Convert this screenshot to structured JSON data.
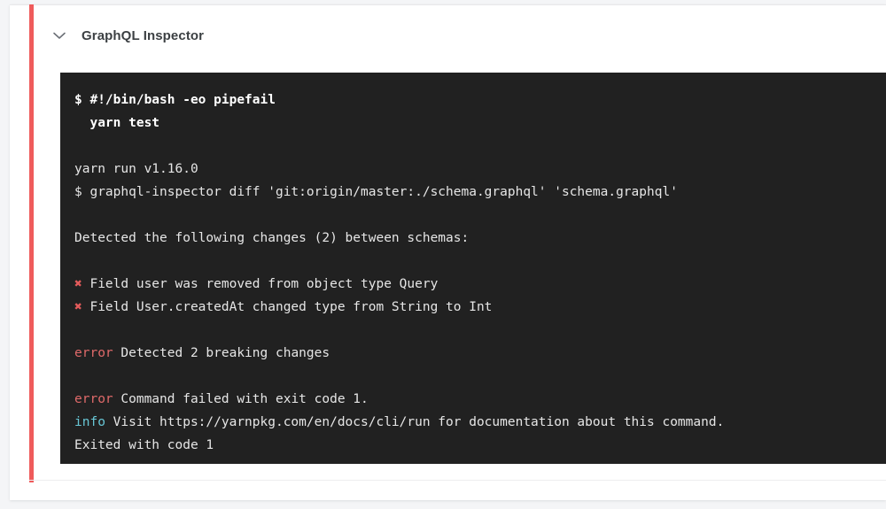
{
  "card": {
    "accent_color": "#ef5b5b",
    "background": "#ffffff"
  },
  "header": {
    "collapse_icon": "chevron-down-icon",
    "title": "GraphQL Inspector"
  },
  "console": {
    "background": "#212121",
    "text_color": "#e6e6e6",
    "error_color": "#e06a6a",
    "info_color": "#68c7d6",
    "cross_color": "#e35b5b",
    "lines": [
      {
        "id": "line-1",
        "type": "command",
        "text": "$ #!/bin/bash -eo pipefail"
      },
      {
        "id": "line-2",
        "type": "command",
        "text": "  yarn test"
      },
      {
        "id": "line-3",
        "type": "blank",
        "text": ""
      },
      {
        "id": "line-4",
        "type": "output",
        "text": "yarn run v1.16.0"
      },
      {
        "id": "line-5",
        "type": "output",
        "text": "$ graphql-inspector diff 'git:origin/master:./schema.graphql' 'schema.graphql'"
      },
      {
        "id": "line-6",
        "type": "blank",
        "text": ""
      },
      {
        "id": "line-7",
        "type": "output",
        "text": "Detected the following changes (2) between schemas:"
      },
      {
        "id": "line-8",
        "type": "blank",
        "text": ""
      },
      {
        "id": "line-9",
        "type": "change",
        "marker": "✖",
        "text": " Field user was removed from object type Query"
      },
      {
        "id": "line-10",
        "type": "change",
        "marker": "✖",
        "text": " Field User.createdAt changed type from String to Int"
      },
      {
        "id": "line-11",
        "type": "blank",
        "text": ""
      },
      {
        "id": "line-12",
        "type": "labeled",
        "label": "error",
        "label_kind": "error",
        "text": " Detected 2 breaking changes"
      },
      {
        "id": "line-13",
        "type": "blank",
        "text": ""
      },
      {
        "id": "line-14",
        "type": "labeled",
        "label": "error",
        "label_kind": "error",
        "text": " Command failed with exit code 1."
      },
      {
        "id": "line-15",
        "type": "labeled",
        "label": "info",
        "label_kind": "info",
        "text": " Visit https://yarnpkg.com/en/docs/cli/run for documentation about this command."
      },
      {
        "id": "line-16",
        "type": "output",
        "text": "Exited with code 1"
      }
    ]
  }
}
